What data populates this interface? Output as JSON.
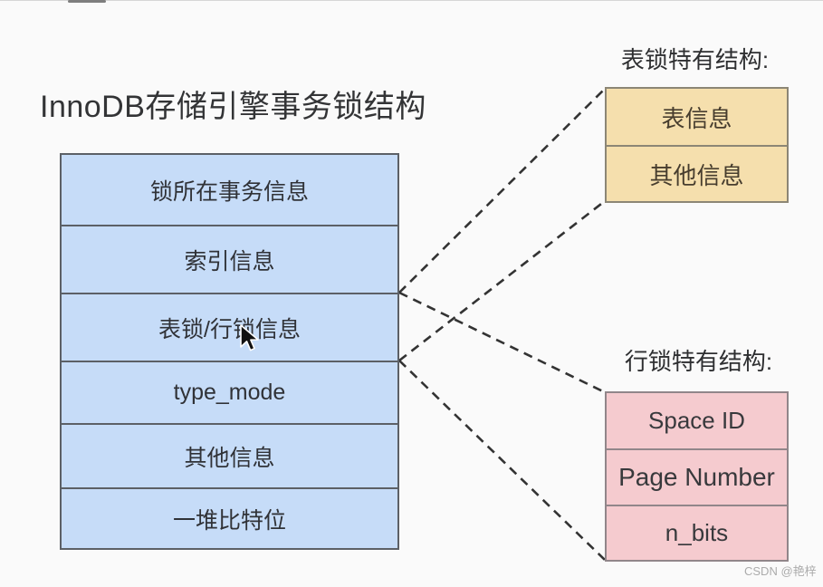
{
  "page": {
    "title": "InnoDB存储引擎事务锁结构",
    "watermark": "CSDN @艳梓",
    "background": "#fafafa"
  },
  "lock_structure": {
    "rows": [
      "锁所在事务信息",
      "索引信息",
      "表锁/行锁信息",
      "type_mode",
      "其他信息",
      "一堆比特位"
    ],
    "fill": "#c6dcf8",
    "border": "#5c6066"
  },
  "table_lock": {
    "label": "表锁特有结构:",
    "rows": [
      "表信息",
      "其他信息"
    ],
    "fill": "#f5dfad",
    "border": "#8c8675"
  },
  "row_lock": {
    "label": "行锁特有结构:",
    "rows": [
      "Space ID",
      "Page Number",
      "n_bits"
    ],
    "fill": "#f5cbcf",
    "border": "#91868a"
  },
  "connectors": {
    "style": "dashed",
    "color": "#333333",
    "source_row": "表锁/行锁信息",
    "targets": [
      "表锁特有结构",
      "行锁特有结构"
    ]
  },
  "cursor": {
    "type": "arrow-pointer"
  }
}
